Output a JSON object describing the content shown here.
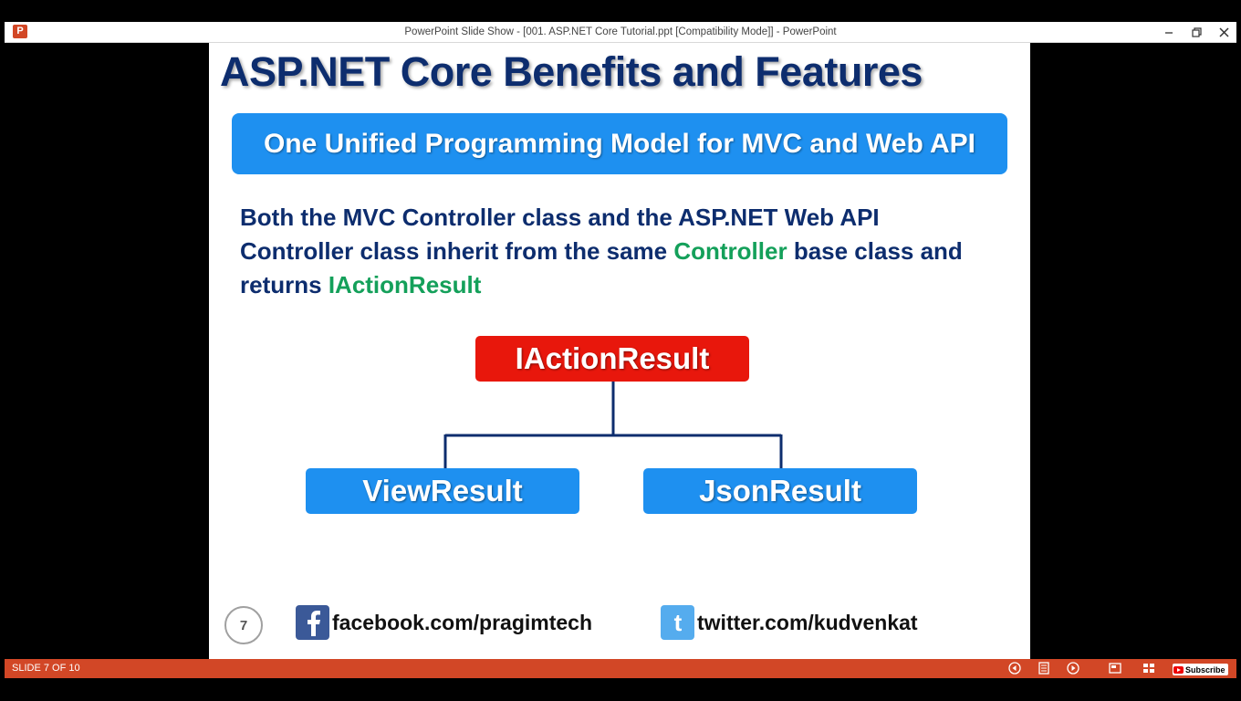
{
  "window": {
    "title": "PowerPoint Slide Show - [001. ASP.NET Core Tutorial.ppt [Compatibility Mode]] - PowerPoint",
    "app_icon_letter": "P"
  },
  "slide": {
    "title": "ASP.NET Core Benefits and Features",
    "banner": "One Unified Programming Model for MVC and Web API",
    "body": {
      "part1": "Both the MVC Controller class and the ASP.NET Web API Controller class inherit from the same ",
      "highlight1": "Controller",
      "part2": " base class and returns ",
      "highlight2": "IActionResult"
    },
    "diagram": {
      "root": "IActionResult",
      "left_child": "ViewResult",
      "right_child": "JsonResult"
    },
    "slide_number": "7",
    "facebook": "facebook.com/pragimtech",
    "twitter": "twitter.com/kudvenkat"
  },
  "statusbar": {
    "slide_counter": "SLIDE 7 OF 10",
    "subscribe_label": "Subscribe"
  },
  "colors": {
    "title": "#0d2d6e",
    "banner": "#1e90f0",
    "highlight": "#14a05a",
    "root_box": "#e8170c",
    "statusbar": "#d24726"
  }
}
